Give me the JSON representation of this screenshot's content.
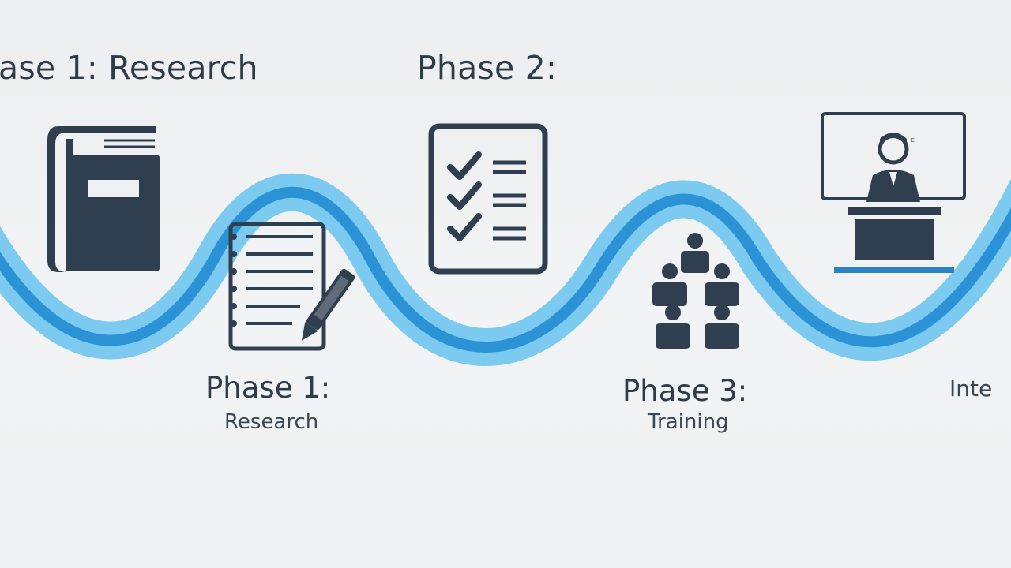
{
  "top_labels": [
    {
      "text": "ase 1: Research"
    },
    {
      "text": "Phase 2:"
    }
  ],
  "bottom_labels": [
    {
      "title": "Phase 1:",
      "subtitle": "Research"
    },
    {
      "title": "Phase 3:",
      "subtitle": "Training"
    },
    {
      "title": "Inte",
      "subtitle": ""
    }
  ],
  "icons": [
    "book-icon",
    "notepad-pen-icon",
    "checklist-icon",
    "team-group-icon",
    "presenter-screen-icon"
  ],
  "colors": {
    "wave_light": "#7ccaf0",
    "wave_dark": "#2b92d6",
    "icon_ink": "#2f3f50",
    "background": "#eef0f1"
  }
}
